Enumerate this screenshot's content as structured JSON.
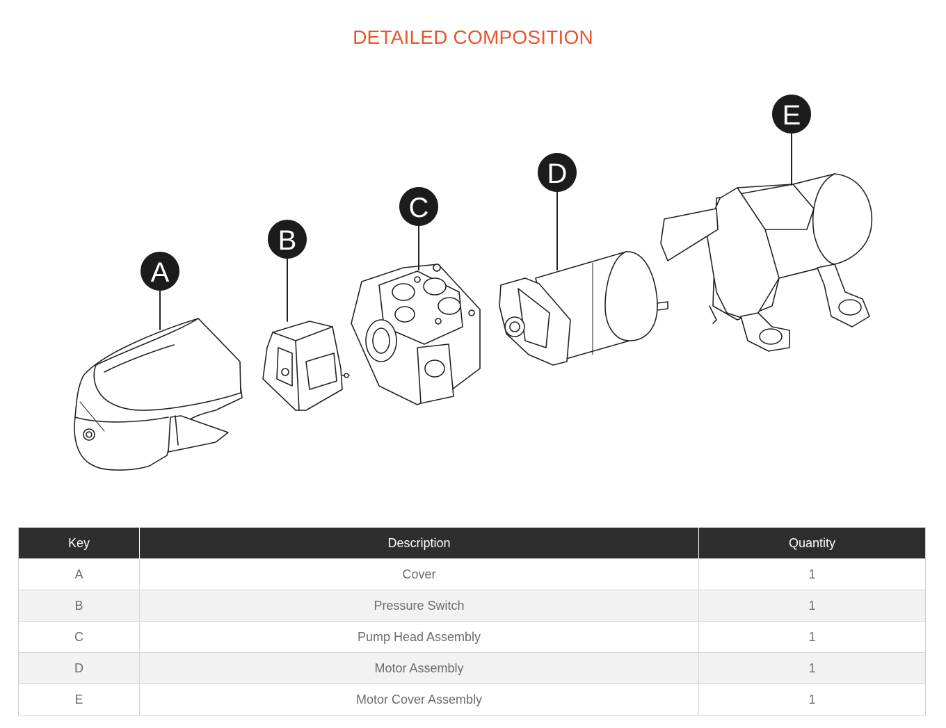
{
  "page": {
    "title": "DETAILED COMPOSITION",
    "accent_color": "#e8542c"
  },
  "diagram": {
    "labels": [
      "A",
      "B",
      "C",
      "D",
      "E"
    ]
  },
  "table": {
    "headers": [
      "Key",
      "Description",
      "Quantity"
    ],
    "rows": [
      {
        "key": "A",
        "description": "Cover",
        "quantity": "1"
      },
      {
        "key": "B",
        "description": "Pressure Switch",
        "quantity": "1"
      },
      {
        "key": "C",
        "description": "Pump Head Assembly",
        "quantity": "1"
      },
      {
        "key": "D",
        "description": "Motor Assembly",
        "quantity": "1"
      },
      {
        "key": "E",
        "description": "Motor Cover Assembly",
        "quantity": "1"
      }
    ]
  }
}
